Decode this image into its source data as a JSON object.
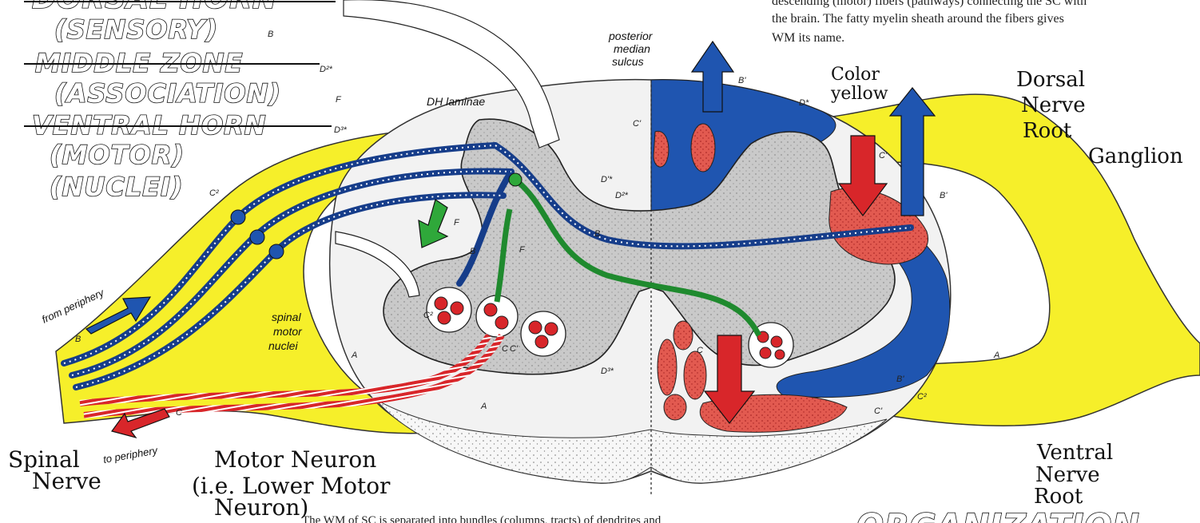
{
  "titles": {
    "dorsal_horn_strike": "DORSAL HORN",
    "sensory": "(SENSORY)",
    "sensory_mark": "B",
    "middle_zone": "MIDDLE ZONE",
    "middle_zone_mark": "D²*",
    "association": "(ASSOCIATION)",
    "association_mark": "F",
    "ventral_horn": "VENTRAL HORN",
    "ventral_horn_mark": "D³*",
    "motor": "(MOTOR)",
    "nuclei": "(NUCLEI)",
    "nuclei_mark": "C²",
    "bottom_banner": "ORGANIZATION"
  },
  "intro_text": {
    "line1": "descending (motor) fibers (pathways) connecting the SC with",
    "line2": "the brain. The fatty myelin sheath around the fibers gives",
    "line3": "WM its name.",
    "footer": "The WM of SC is separated into bundles (columns, tracts) of dendrites and"
  },
  "printed_labels": {
    "posterior_line1": "posterior",
    "posterior_line2": "median",
    "posterior_line3": "sulcus",
    "dh_laminae": "DH laminae",
    "spinal_line1": "spinal",
    "spinal_line2": "motor",
    "spinal_line3": "nuclei",
    "from_periphery": "from periphery",
    "to_periphery": "to periphery"
  },
  "handwritten": {
    "color_line1": "Color",
    "color_line2": "yellow",
    "dorsal_line1": "Dorsal",
    "dorsal_line2": "Nerve",
    "dorsal_line3": "Root",
    "ganglion": "Ganglion",
    "ventral_line1": "Ventral",
    "ventral_line2": "Nerve",
    "ventral_line3": "Root",
    "spinal_line1": "Spinal",
    "spinal_line2": "Nerve",
    "motor_line1": "Motor Neuron",
    "motor_line2": "(i.e. Lower Motor",
    "motor_line3": "Neuron)"
  },
  "letters": {
    "A": "A",
    "B": "B",
    "B1": "B'",
    "C": "C",
    "C1": "C'",
    "C2": "C²",
    "D1": "D'*",
    "D2": "D²*",
    "D3": "D³*",
    "Dstar": "D*",
    "F": "F"
  },
  "colors": {
    "yellow": "#f6ef2a",
    "blue": "#1f55b0",
    "blue_fiber": "#163d8a",
    "red": "#d8262a",
    "red_nucleus": "#e4574e",
    "green": "#1f8a2e",
    "green_arrow": "#2fa83a",
    "gray_matter": "#c8c8c8",
    "white_matter": "#f1f1f1"
  }
}
